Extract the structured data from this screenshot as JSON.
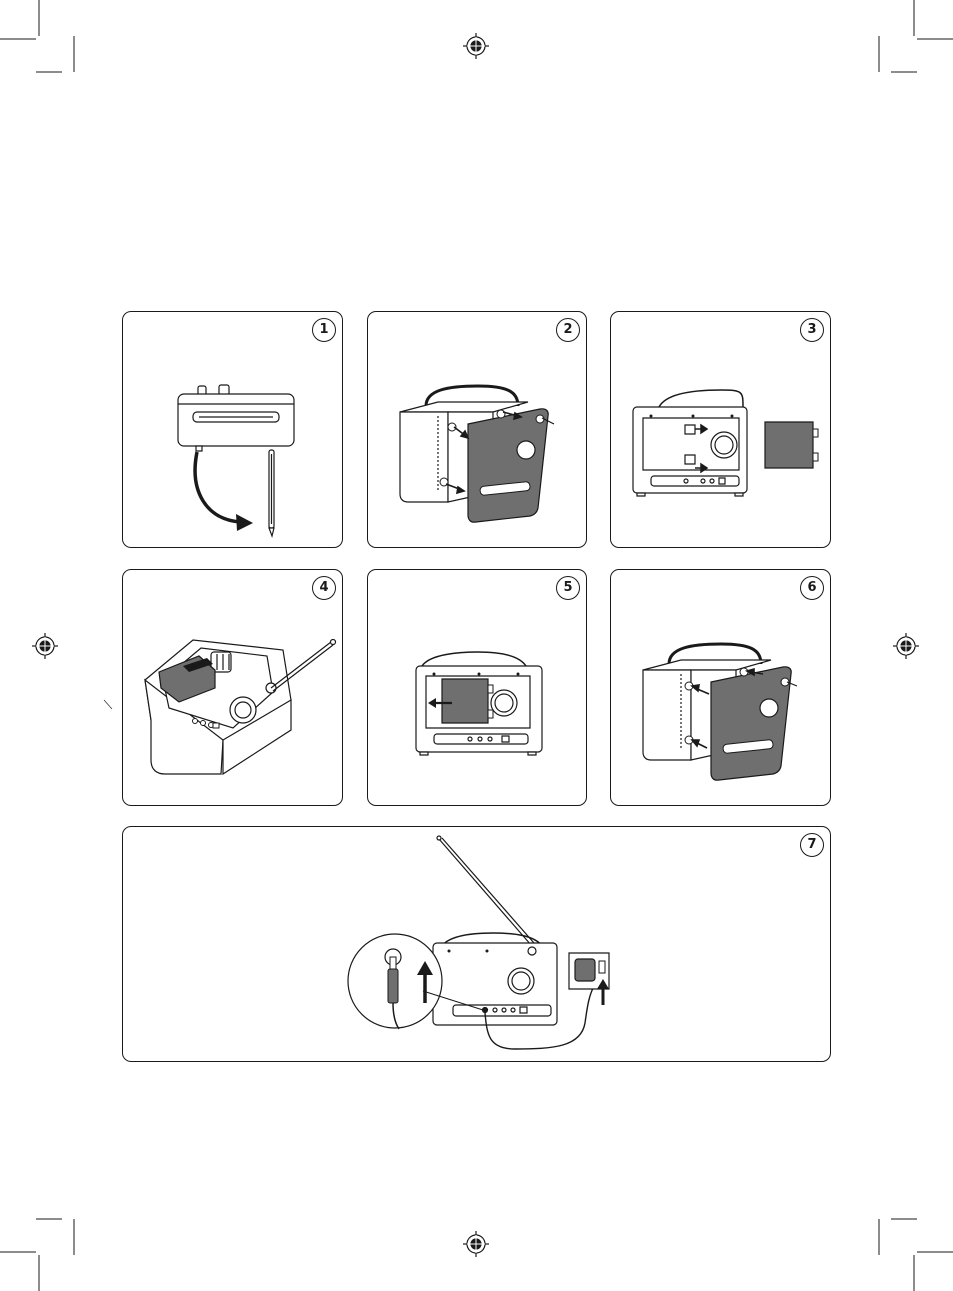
{
  "steps": [
    {
      "number": "1",
      "icon": "radio-top-view-antenna-icon"
    },
    {
      "number": "2",
      "icon": "remove-back-cover-screws-icon"
    },
    {
      "number": "3",
      "icon": "battery-compartment-open-icon"
    },
    {
      "number": "4",
      "icon": "insert-battery-pack-icon"
    },
    {
      "number": "5",
      "icon": "slide-battery-pack-icon"
    },
    {
      "number": "6",
      "icon": "refit-back-cover-icon"
    },
    {
      "number": "7",
      "icon": "connect-power-adapter-icon"
    }
  ],
  "colors": {
    "line": "#1a1a1a",
    "fill": "#6f6f6f",
    "background": "#ffffff"
  }
}
